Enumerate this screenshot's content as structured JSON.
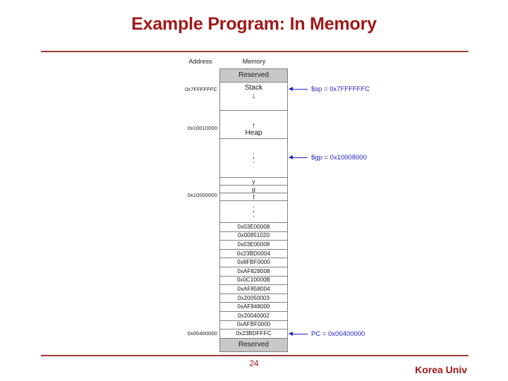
{
  "slide": {
    "title": "Example Program: In Memory",
    "page_number": "24",
    "brand": "Korea Univ",
    "accent_color": "#A01818",
    "rule_color": "#9E3B38",
    "annotation_color": "#2222CC"
  },
  "columns": {
    "address_header": "Address",
    "memory_header": "Memory"
  },
  "memory_map": {
    "top_reserved": "Reserved",
    "stack_label": "Stack",
    "stack_arrow": "↓",
    "heap_label": "Heap",
    "heap_arrow": "↑",
    "bottom_reserved": "Reserved",
    "variables": [
      "y",
      "g",
      "f"
    ],
    "instructions": [
      "0x03E00008",
      "0x00851020",
      "0x03E00008",
      "0x23BD0004",
      "0x8FBF0000",
      "0xAF828008",
      "0x0C10000B",
      "0xAF858004",
      "0x20050003",
      "0xAF848000",
      "0x20040002",
      "0xAFBF0000",
      "0x23BDFFFC"
    ]
  },
  "addresses": {
    "stack_top": "0x7FFFFFFC",
    "heap_base": "0x10010000",
    "data_base": "0x10000000",
    "text_base": "0x00400000"
  },
  "annotations": {
    "sp": "$sp = 0x7FFFFFFC",
    "gp": "$gp = 0x10008000",
    "pc": "PC = 0x00400000"
  }
}
